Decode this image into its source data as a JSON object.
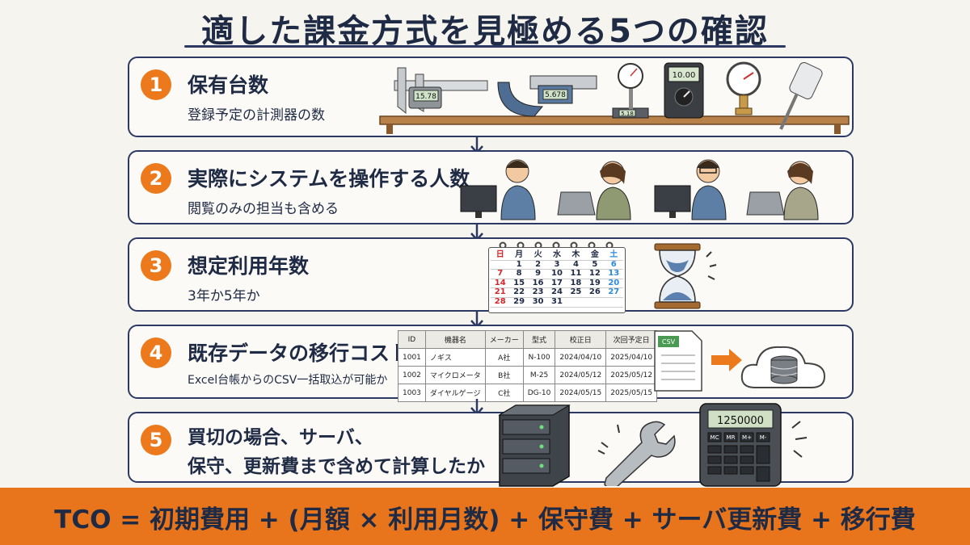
{
  "title": "適した課金方式を見極める5つの確認",
  "steps": [
    {
      "number": "1",
      "title": "保有台数",
      "subtitle": "登録予定の計測器の数"
    },
    {
      "number": "2",
      "title": "実際にシステムを操作する人数",
      "subtitle": "閲覧のみの担当も含める"
    },
    {
      "number": "3",
      "title": "想定利用年数",
      "subtitle": "3年か5年か"
    },
    {
      "number": "4",
      "title": "既存データの移行コスト",
      "subtitle": "Excel台帳からのCSV一括取込が可能か"
    },
    {
      "number": "5",
      "title": "買切の場合、サーバ、",
      "subtitle": "保守、更新費まで含めて計算したか"
    }
  ],
  "instruments": {
    "caliper_display": "15.78",
    "micrometer_display": "5.678",
    "dial_base_display": "5.18",
    "multimeter_display": "10.00"
  },
  "calendar": {
    "weekdays": [
      "日",
      "月",
      "火",
      "水",
      "木",
      "金",
      "土"
    ],
    "rows": [
      [
        "",
        "1",
        "2",
        "3",
        "4",
        "5",
        "6"
      ],
      [
        "7",
        "8",
        "9",
        "10",
        "11",
        "12",
        "13"
      ],
      [
        "14",
        "15",
        "16",
        "17",
        "18",
        "19",
        "20"
      ],
      [
        "21",
        "22",
        "23",
        "24",
        "25",
        "26",
        "27"
      ],
      [
        "28",
        "29",
        "30",
        "31",
        "",
        "",
        ""
      ]
    ]
  },
  "data_table": {
    "headers": [
      "ID",
      "機器名",
      "メーカー",
      "型式",
      "校正日",
      "次回予定日"
    ],
    "rows": [
      [
        "1001",
        "ノギス",
        "A社",
        "N-100",
        "2024/04/10",
        "2025/04/10"
      ],
      [
        "1002",
        "マイクロメータ",
        "B社",
        "M-25",
        "2024/05/12",
        "2025/05/12"
      ],
      [
        "1003",
        "ダイヤルゲージ",
        "C社",
        "DG-10",
        "2024/05/15",
        "2025/05/15"
      ]
    ]
  },
  "csv_label": "CSV",
  "calculator_display": "1250000",
  "calculator_keys": [
    "MC",
    "MR",
    "M+",
    "M-"
  ],
  "footer": "TCO = 初期費用 + (月額 × 利用月数) + 保守費 + サーバ更新費 + 移行費",
  "colors": {
    "accent": "#ec7a1c",
    "navy": "#2c3a63",
    "footer": "#e8751c"
  }
}
